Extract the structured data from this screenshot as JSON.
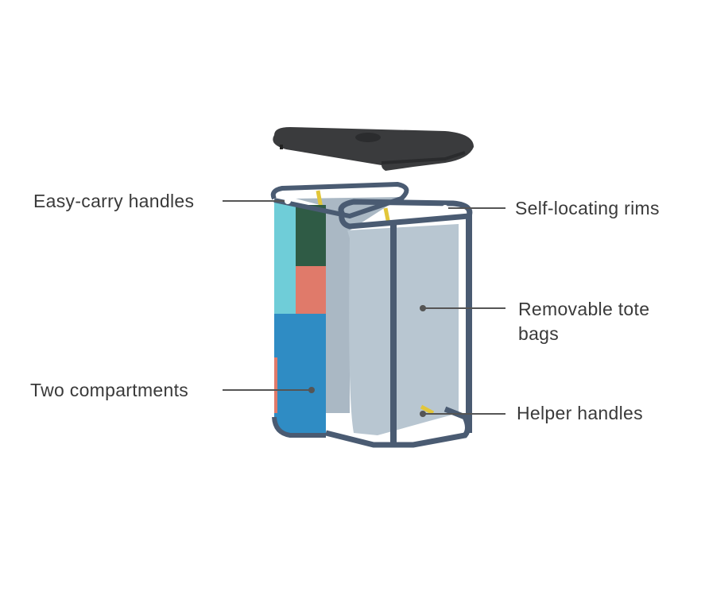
{
  "callouts": {
    "easy_carry": "Easy-carry handles",
    "self_locating": "Self-locating rims",
    "removable_line1": "Removable tote",
    "removable_line2": "bags",
    "two_compartments": "Two compartments",
    "helper_handles": "Helper handles"
  },
  "colors": {
    "frame": "#4a5b72",
    "lid": "#3a3b3d",
    "bag": "#b6c4cf",
    "cyan": "#5fc8d4",
    "green": "#2f5b45",
    "salmon": "#e07a6a",
    "blue": "#2f8cc4",
    "handle": "#e2c63a",
    "leader": "#555555"
  }
}
